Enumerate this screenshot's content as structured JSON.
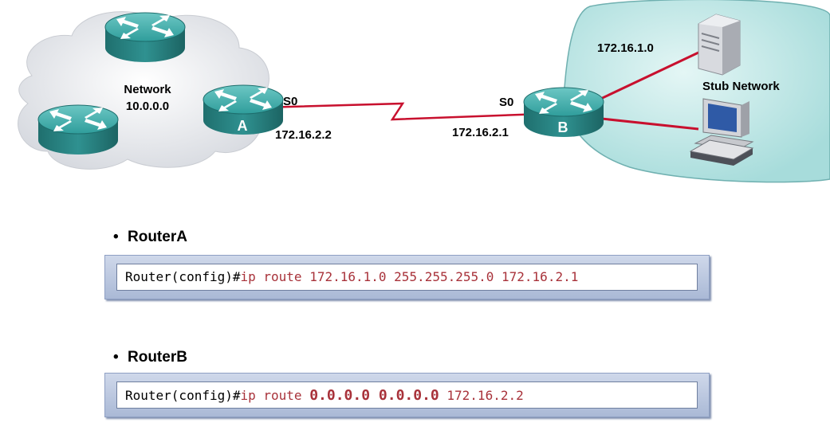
{
  "diagram": {
    "network_label_line1": "Network",
    "network_label_line2": "10.0.0.0",
    "router_a_letter": "A",
    "router_b_letter": "B",
    "router_a_interface": "S0",
    "router_b_interface": "S0",
    "router_a_ip": "172.16.2.2",
    "router_b_ip": "172.16.2.1",
    "stub_subnet": "172.16.1.0",
    "stub_label": "Stub Network",
    "colors": {
      "link": "#c8102e",
      "router": "#2c8f8f",
      "stub_fill": "#bfe7e6",
      "cloud": "#e6e8ec"
    }
  },
  "router_a_section": {
    "bullet": "•",
    "title": "RouterA",
    "prompt": "Router(config)#",
    "command": "ip route 172.16.1.0 255.255.255.0 172.16.2.1"
  },
  "router_b_section": {
    "bullet": "•",
    "title": "RouterB",
    "prompt": "Router(config)#",
    "cmd_prefix": "ip route ",
    "cmd_bold": "0.0.0.0 0.0.0.0",
    "cmd_suffix": " 172.16.2.2"
  }
}
